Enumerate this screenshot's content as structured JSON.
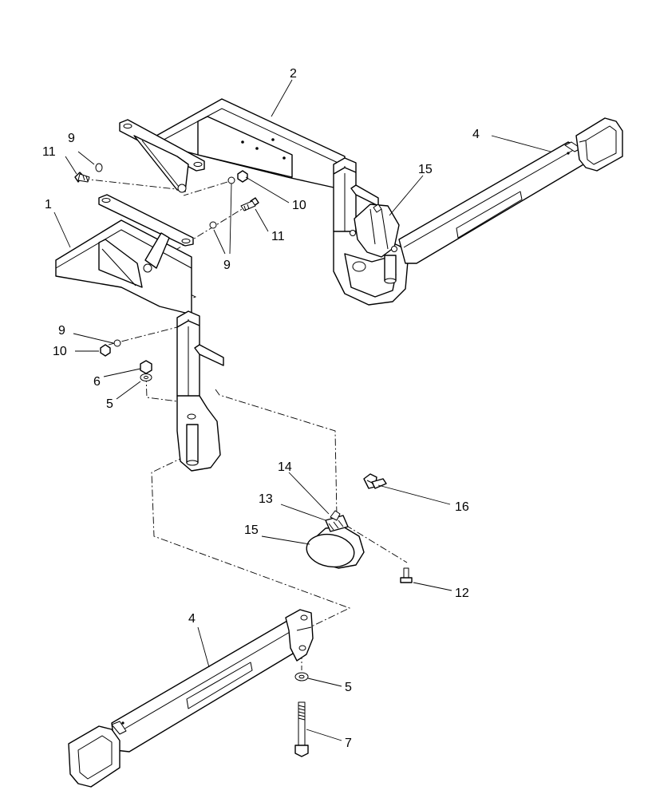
{
  "callouts": [
    {
      "id": "c1",
      "text": "1"
    },
    {
      "id": "c2",
      "text": "2"
    },
    {
      "id": "c4a",
      "text": "4"
    },
    {
      "id": "c4b",
      "text": "4"
    },
    {
      "id": "c5a",
      "text": "5"
    },
    {
      "id": "c5b",
      "text": "5"
    },
    {
      "id": "c6",
      "text": "6"
    },
    {
      "id": "c7",
      "text": "7"
    },
    {
      "id": "c9a",
      "text": "9"
    },
    {
      "id": "c9b",
      "text": "9"
    },
    {
      "id": "c9c",
      "text": "9"
    },
    {
      "id": "c10a",
      "text": "10"
    },
    {
      "id": "c10b",
      "text": "10"
    },
    {
      "id": "c11a",
      "text": "11"
    },
    {
      "id": "c11b",
      "text": "11"
    },
    {
      "id": "c12",
      "text": "12"
    },
    {
      "id": "c13",
      "text": "13"
    },
    {
      "id": "c14",
      "text": "14"
    },
    {
      "id": "c15a",
      "text": "15"
    },
    {
      "id": "c15b",
      "text": "15"
    },
    {
      "id": "c16",
      "text": "16"
    }
  ]
}
